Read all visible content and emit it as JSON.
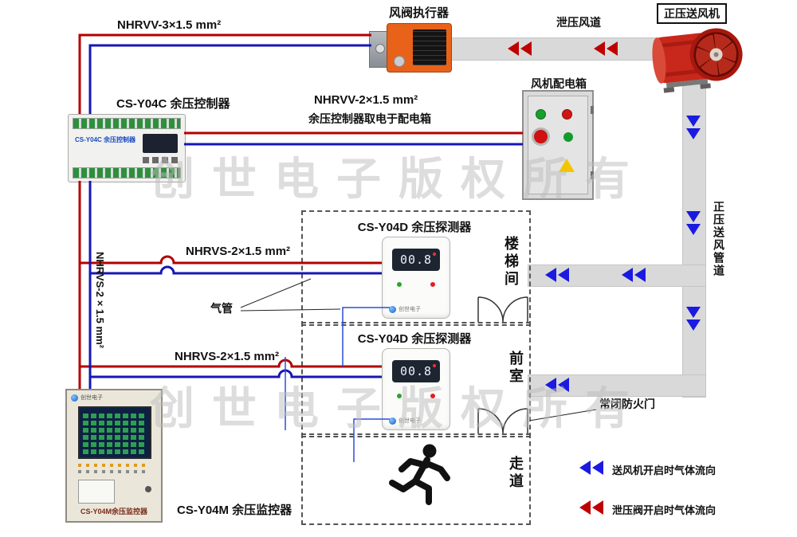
{
  "watermark": "创世电子版权所有",
  "colors": {
    "wire_red": "#b40000",
    "wire_blue": "#1616b4",
    "arrow_blue": "#1a1ae0",
    "arrow_red": "#c00000",
    "duct_fill": "#d9d9d9",
    "duct_border": "#c5c5c5",
    "actuator_orange": "#e8621a",
    "fan_red": "#c8281c"
  },
  "top": {
    "actuator_label": "风阀执行器",
    "relief_duct": "泄压风道",
    "supply_fan": "正压送风机",
    "cable3": "NHRVV-3×1.5 mm²"
  },
  "power_box": {
    "label": "风机配电箱",
    "cable_line1": "NHRVV-2×1.5 mm²",
    "cable_line2": "余压控制器取电于配电箱"
  },
  "controller": {
    "label": "CS-Y04C 余压控制器",
    "device_label": "CS-Y04C 余压控制器"
  },
  "rooms": {
    "stairwell": "楼梯间",
    "front_room": "前室",
    "corridor": "走道"
  },
  "detector1": {
    "title": "CS-Y04D 余压探测器",
    "display": "00.8",
    "logo": "创世电子"
  },
  "detector2": {
    "title": "CS-Y04D 余压探测器",
    "display": "00.8",
    "logo": "创世电子"
  },
  "cables": {
    "nhrvs1": "NHRVS-2×1.5 mm²",
    "nhrvs2": "NHRVS-2×1.5 mm²",
    "nhrvs_vertical": "NHRVS-2×1.5 mm²"
  },
  "air_tube_label": "气管",
  "fire_door_label": "常闭防火门",
  "supply_duct_label": "正压送风管道",
  "monitor": {
    "label": "CS-Y04M 余压监控器",
    "device_label": "CS-Y04M余压监控器",
    "logo": "创世电子"
  },
  "legend": {
    "supply_flow": "送风机开启时气体流向",
    "relief_flow": "泄压阀开启时气体流向"
  }
}
